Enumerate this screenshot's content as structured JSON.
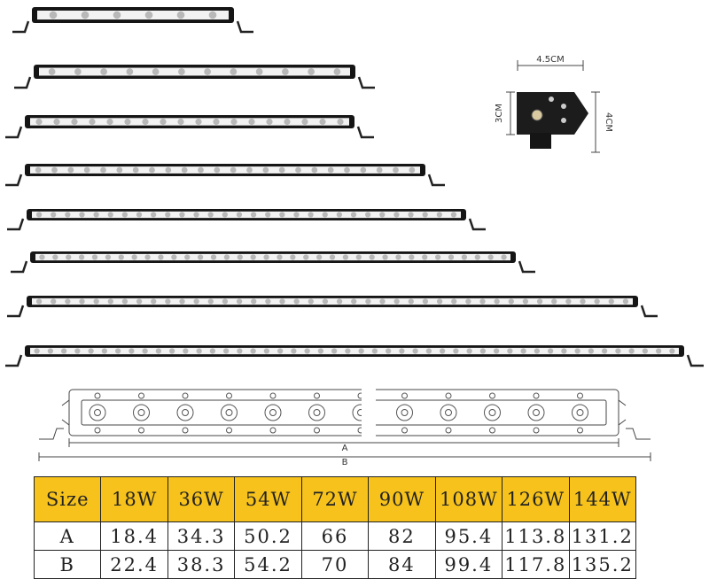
{
  "endcap_dims": {
    "width": "4.5CM",
    "height_left": "3CM",
    "height_right": "4CM"
  },
  "diagram_labels": {
    "a": "A",
    "b": "B"
  },
  "table": {
    "header_label": "Size",
    "sizes": [
      "18W",
      "36W",
      "54W",
      "72W",
      "90W",
      "108W",
      "126W",
      "144W"
    ],
    "rows": [
      {
        "label": "A",
        "values": [
          "18.4",
          "34.3",
          "50.2",
          "66",
          "82",
          "95.4",
          "113.8",
          "131.2"
        ]
      },
      {
        "label": "B",
        "values": [
          "22.4",
          "38.3",
          "54.2",
          "70",
          "84",
          "99.4",
          "117.8",
          "135.2"
        ]
      }
    ]
  },
  "colors": {
    "header_bg": "#f6c21b",
    "bar_body": "#151515",
    "led_strip": "#f2f2f2"
  }
}
